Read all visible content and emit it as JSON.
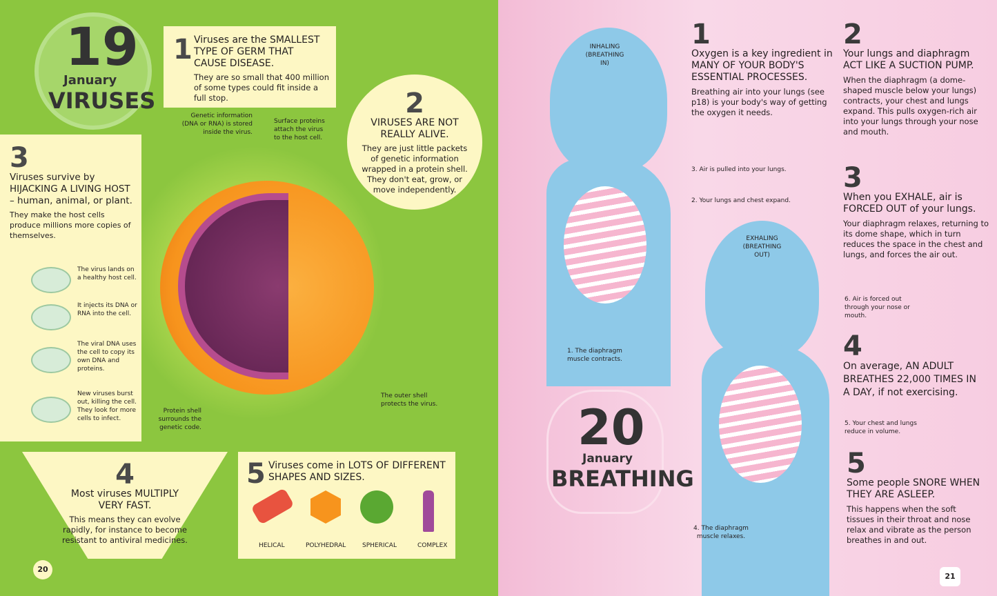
{
  "left_page": {
    "badge": {
      "day": "19",
      "month": "January",
      "topic": "VIRUSES"
    },
    "fact1": {
      "num": "1",
      "heading": "Viruses are the SMALLEST TYPE OF GERM THAT CAUSE DISEASE.",
      "body": "They are so small that 400 million of some types could fit inside a full stop."
    },
    "fact2": {
      "num": "2",
      "heading": "VIRUSES ARE NOT REALLY ALIVE.",
      "body": "They are just little packets of genetic information wrapped in a protein shell. They don't eat, grow, or move independently."
    },
    "fact3": {
      "num": "3",
      "heading": "Viruses survive by HIJACKING A LIVING HOST – human, animal, or plant.",
      "body": "They make the host cells produce millions more copies of themselves.",
      "steps": [
        "The virus lands on a healthy host cell.",
        "It injects its DNA or RNA into the cell.",
        "The viral DNA uses the cell to copy its own DNA and proteins.",
        "New viruses burst out, killing the cell. They look for more cells to infect."
      ]
    },
    "labels": {
      "genetic": "Genetic information (DNA or RNA) is stored inside the virus.",
      "surface": "Surface proteins attach the virus to the host cell.",
      "protein_shell": "Protein shell surrounds the genetic code.",
      "outer_shell": "The outer shell protects the virus."
    },
    "fact4": {
      "num": "4",
      "heading": "Most viruses MULTIPLY VERY FAST.",
      "body": "This means they can evolve rapidly, for instance to become resistant to antiviral medicines."
    },
    "fact5": {
      "num": "5",
      "heading": "Viruses come in LOTS OF DIFFERENT SHAPES AND SIZES.",
      "shapes": [
        "HELICAL",
        "POLYHEDRAL",
        "SPHERICAL",
        "COMPLEX"
      ]
    },
    "page_number": "20"
  },
  "right_page": {
    "inhaling": "INHALING (BREATHING IN)",
    "exhaling": "EXHALING (BREATHING OUT)",
    "labels": [
      "1. The diaphragm muscle contracts.",
      "2. Your lungs and chest expand.",
      "3. Air is pulled into your lungs.",
      "4. The diaphragm muscle relaxes.",
      "5. Your chest and lungs reduce in volume.",
      "6. Air is forced out through your nose or mouth."
    ],
    "fact1": {
      "num": "1",
      "heading": "Oxygen is a key ingredient in MANY OF YOUR BODY'S ESSENTIAL PROCESSES.",
      "body": "Breathing air into your lungs (see p18) is your body's way of getting the oxygen it needs."
    },
    "fact2": {
      "num": "2",
      "heading": "Your lungs and diaphragm ACT LIKE A SUCTION PUMP.",
      "body": "When the diaphragm (a dome-shaped muscle below your lungs) contracts, your chest and lungs expand. This pulls oxygen-rich air into your lungs through your nose and mouth."
    },
    "fact3": {
      "num": "3",
      "heading": "When you EXHALE, air is FORCED OUT of your lungs.",
      "body": "Your diaphragm relaxes, returning to its dome shape, which in turn reduces the space in the chest and lungs, and forces the air out."
    },
    "fact4": {
      "num": "4",
      "heading": "On average, AN ADULT BREATHES 22,000 TIMES IN A DAY, if not exercising."
    },
    "fact5": {
      "num": "5",
      "heading": "Some people SNORE WHEN THEY ARE ASLEEP.",
      "body": "This happens when the soft tissues in their throat and nose relax and vibrate as the person breathes in and out."
    },
    "badge": {
      "day": "20",
      "month": "January",
      "topic": "BREATHING"
    },
    "page_number": "21"
  },
  "colors": {
    "green": "#8cc63f",
    "pink": "#f7cde1",
    "cream": "#fdf7c4",
    "blue": "#8ec9e8",
    "virus_orange": "#f7941d",
    "magenta": "#d6337f"
  }
}
